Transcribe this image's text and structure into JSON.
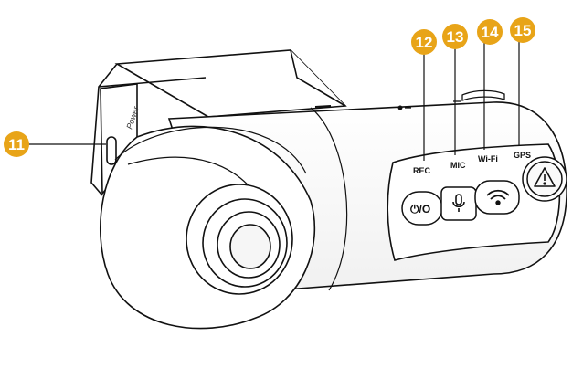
{
  "device": {
    "power_label": "Power",
    "button_labels": {
      "rec": "REC",
      "mic": "MIC",
      "wifi": "Wi-Fi",
      "gps": "GPS"
    },
    "power_button_symbol": "⏻/O",
    "icons": [
      "power-icon",
      "microphone-icon",
      "wifi-icon",
      "warning-triangle-icon"
    ]
  },
  "callouts": [
    {
      "number": "11",
      "target": "power-port"
    },
    {
      "number": "12",
      "target": "rec-button"
    },
    {
      "number": "13",
      "target": "mic-button"
    },
    {
      "number": "14",
      "target": "wifi-button"
    },
    {
      "number": "15",
      "target": "gps-emergency-button"
    }
  ],
  "colors": {
    "callout": "#E8A418",
    "outline": "#111111",
    "body": "#ffffff"
  }
}
